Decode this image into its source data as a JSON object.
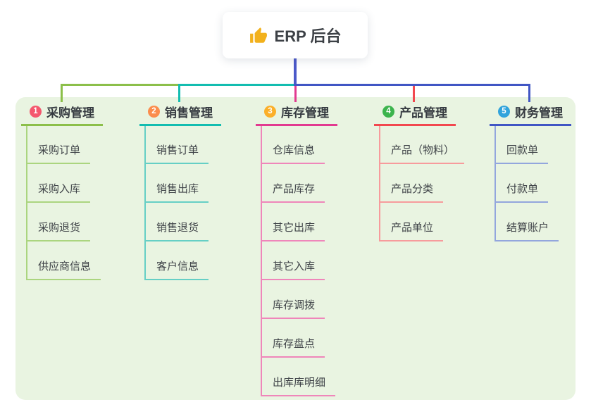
{
  "root": {
    "label": "ERP 后台",
    "icon": "thumbs-up-icon"
  },
  "branches": [
    {
      "index": "1",
      "label": "采购管理",
      "badge_color": "#f4586e",
      "line_color": "#8cbf4a",
      "child_line_color": "#abd57f",
      "children": [
        "采购订单",
        "采购入库",
        "采购退货",
        "供应商信息"
      ]
    },
    {
      "index": "2",
      "label": "销售管理",
      "badge_color": "#fb8d4d",
      "line_color": "#13bdb0",
      "child_line_color": "#66cfc5",
      "children": [
        "销售订单",
        "销售出库",
        "销售退货",
        "客户信息"
      ]
    },
    {
      "index": "3",
      "label": "库存管理",
      "badge_color": "#fbaf29",
      "line_color": "#e23a90",
      "child_line_color": "#ef86ba",
      "children": [
        "仓库信息",
        "产品库存",
        "其它出库",
        "其它入库",
        "库存调拨",
        "库存盘点",
        "出库库明细"
      ]
    },
    {
      "index": "4",
      "label": "产品管理",
      "badge_color": "#3cb44d",
      "line_color": "#f2484f",
      "child_line_color": "#f79b9c",
      "children": [
        "产品（物料）",
        "产品分类",
        "产品单位"
      ]
    },
    {
      "index": "5",
      "label": "财务管理",
      "badge_color": "#32a4dc",
      "line_color": "#4156c4",
      "child_line_color": "#93a6dd",
      "children": [
        "回款单",
        "付款单",
        "结算账户"
      ]
    }
  ],
  "colors": {
    "canvas_background": "#e9f4e1",
    "page_background": "#ffffff",
    "root_stem": "#4b59c9",
    "root_card_background": "#ffffff",
    "text": "#3c4045",
    "thumb_icon": "#f2b11c"
  }
}
